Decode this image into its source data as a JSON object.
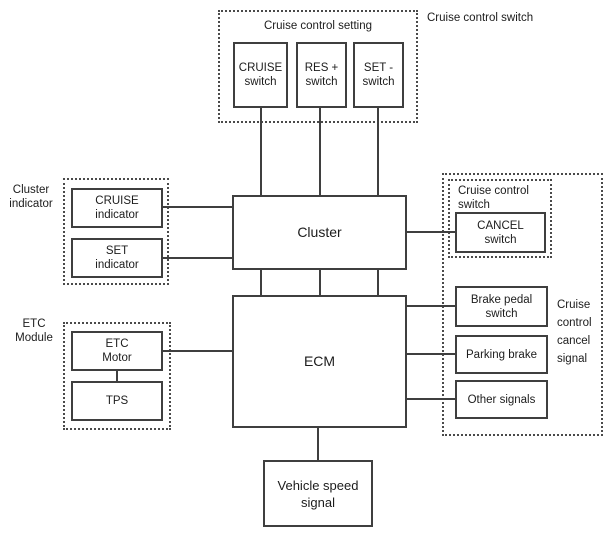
{
  "colors": {
    "background": "#ffffff",
    "line": "#3f3f3f",
    "dotted_border": "#4a4a4a",
    "text": "#1c1c1c"
  },
  "groups": {
    "cruise_control_setting": {
      "label": "Cruise control setting"
    },
    "cruise_control_switch_top": {
      "label": "Cruise control switch"
    },
    "cluster_indicator": {
      "label": [
        "Cluster",
        "indicator"
      ]
    },
    "cancel_switch_group": {
      "label": [
        "Cruise control",
        "switch"
      ]
    },
    "etc_module": {
      "label": [
        "ETC",
        "Module"
      ]
    },
    "cancel_signal": {
      "label": [
        "Cruise",
        "control",
        "cancel",
        "signal"
      ]
    }
  },
  "nodes": {
    "cruise_switch": [
      "CRUISE",
      "switch"
    ],
    "res_switch": [
      "RES +",
      "switch"
    ],
    "set_switch": [
      "SET -",
      "switch"
    ],
    "cruise_indicator": [
      "CRUISE",
      "indicator"
    ],
    "set_indicator": [
      "SET",
      "indicator"
    ],
    "cluster": [
      "Cluster"
    ],
    "cancel_switch": [
      "CANCEL",
      "switch"
    ],
    "etc_motor": [
      "ETC",
      "Motor"
    ],
    "tps": [
      "TPS"
    ],
    "ecm": [
      "ECM"
    ],
    "brake_pedal_switch": [
      "Brake pedal",
      "switch"
    ],
    "parking_brake": [
      "Parking brake"
    ],
    "other_signals": [
      "Other signals"
    ],
    "vehicle_speed_signal": [
      "Vehicle speed",
      "signal"
    ]
  }
}
